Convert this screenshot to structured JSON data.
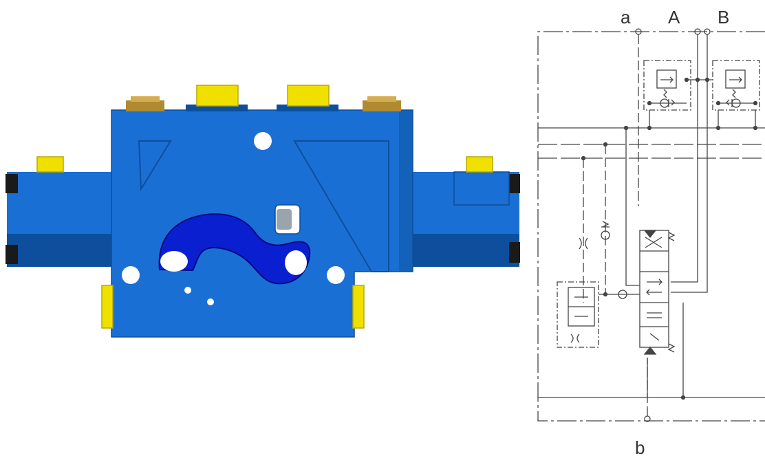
{
  "colors": {
    "body_blue": "#1a6fd4",
    "body_dark": "#0d4f9c",
    "cavity_blue": "#0a1fd0",
    "plug_yellow": "#f0e000",
    "plug_brass": "#b08a30",
    "line_gray": "#444444"
  },
  "ports": {
    "a": "a",
    "A": "A",
    "B": "B",
    "b": "b"
  },
  "icons": [
    "valve-body-3d",
    "hydraulic-schematic"
  ]
}
